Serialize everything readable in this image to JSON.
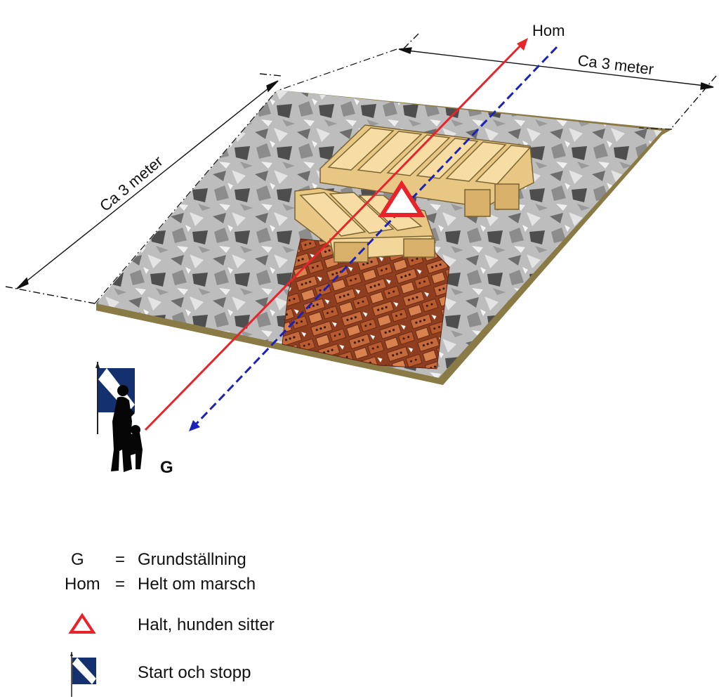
{
  "labels": {
    "hom": "Hom",
    "width_dim": "Ca 3 meter",
    "length_dim": "Ca 3 meter",
    "g": "G"
  },
  "legend": {
    "g_key": "G",
    "g_eq": "=",
    "g_text": "Grundställning",
    "hom_key": "Hom",
    "hom_eq": "=",
    "hom_text": "Helt om marsch",
    "triangle_text": "Halt, hunden sitter",
    "flag_text": "Start och stopp"
  },
  "colors": {
    "path_forward": "#e8232a",
    "path_return": "#1c22b5",
    "flag_blue": "#14306e",
    "triangle": "#e8232a",
    "ground_edge": "#8a7a45",
    "pallet_wood": "#f3d79a",
    "bricks": "#b2552d",
    "gravel": "#a9a9a9"
  },
  "icons": {
    "triangle": "halt-triangle-icon",
    "flag": "start-stop-flag-icon",
    "handler": "handler-with-dog-silhouette"
  }
}
